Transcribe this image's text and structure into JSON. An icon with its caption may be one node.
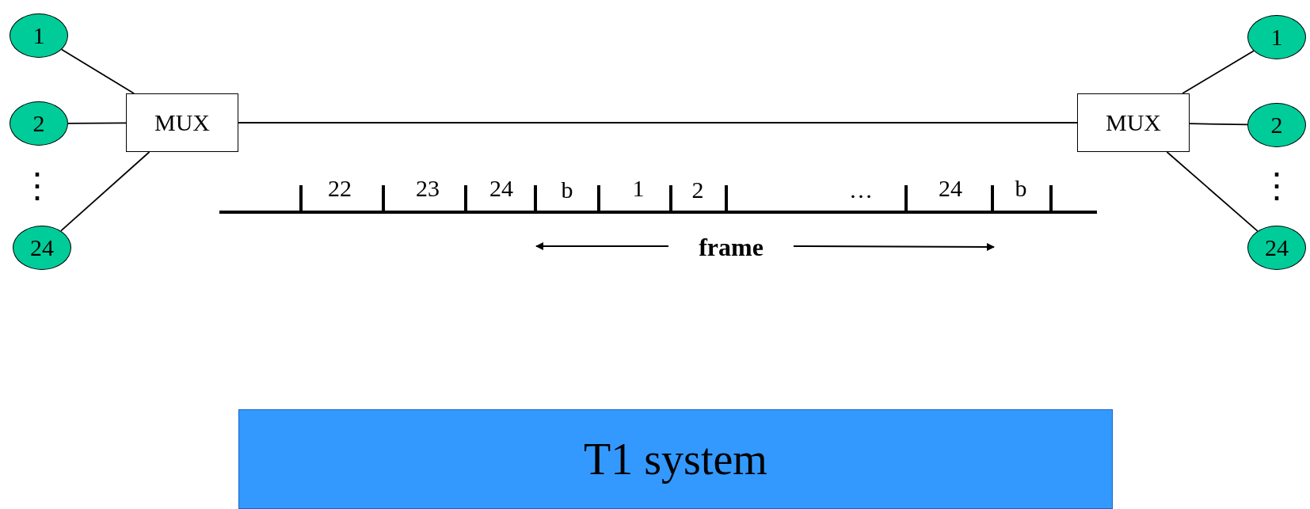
{
  "diagram": {
    "nodes": [
      {
        "text": [
          "1"
        ]
      },
      {
        "text": [
          "2"
        ]
      },
      {
        "text": [
          "24"
        ]
      },
      {
        "text": [
          "MUX"
        ]
      },
      {
        "text": [
          "MUX"
        ]
      },
      {
        "text": [
          "1"
        ]
      },
      {
        "text": [
          "2"
        ]
      },
      {
        "text": [
          "24"
        ]
      },
      {
        "text": [
          "T1 system"
        ]
      }
    ],
    "edges": [
      {
        "from": 0,
        "to": 3,
        "arrow": "none"
      },
      {
        "from": 1,
        "to": 3,
        "arrow": "none"
      },
      {
        "from": 2,
        "to": 3,
        "arrow": "none"
      },
      {
        "from": 3,
        "to": 4,
        "arrow": "none"
      },
      {
        "from": 4,
        "to": 5,
        "arrow": "none"
      },
      {
        "from": 4,
        "to": 6,
        "arrow": "none"
      },
      {
        "from": 4,
        "to": 7,
        "arrow": "none"
      }
    ],
    "labels": [
      "⋮",
      "⋮",
      "22",
      "23",
      "24",
      "b",
      "1",
      "2",
      "…",
      "24",
      "b",
      "frame"
    ]
  }
}
